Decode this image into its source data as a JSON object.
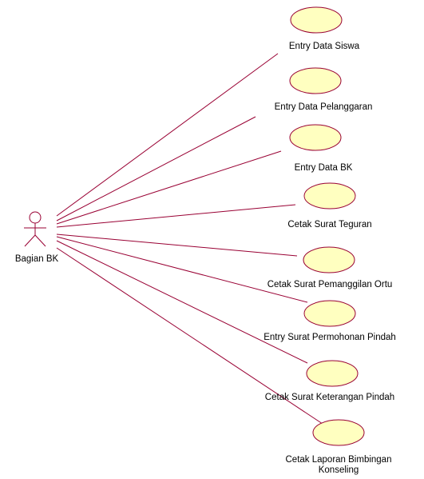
{
  "diagram": {
    "actor": {
      "name": "Bagian BK"
    },
    "use_cases": [
      {
        "lines": [
          "Entry Data Siswa"
        ]
      },
      {
        "lines": [
          "Entry Data Pelanggaran"
        ]
      },
      {
        "lines": [
          "Entry Data BK"
        ]
      },
      {
        "lines": [
          "Cetak Surat Teguran"
        ]
      },
      {
        "lines": [
          "Cetak Surat Pemanggilan Ortu"
        ]
      },
      {
        "lines": [
          "Entry Surat Permohonan Pindah"
        ]
      },
      {
        "lines": [
          "Cetak Surat Keterangan Pindah"
        ]
      },
      {
        "lines": [
          "Cetak Laporan Bimbingan",
          "Konseling"
        ]
      }
    ],
    "colors": {
      "line": "#990033",
      "ellipse_fill": "#ffffc0",
      "ellipse_stroke": "#990033",
      "text": "#000000"
    }
  }
}
